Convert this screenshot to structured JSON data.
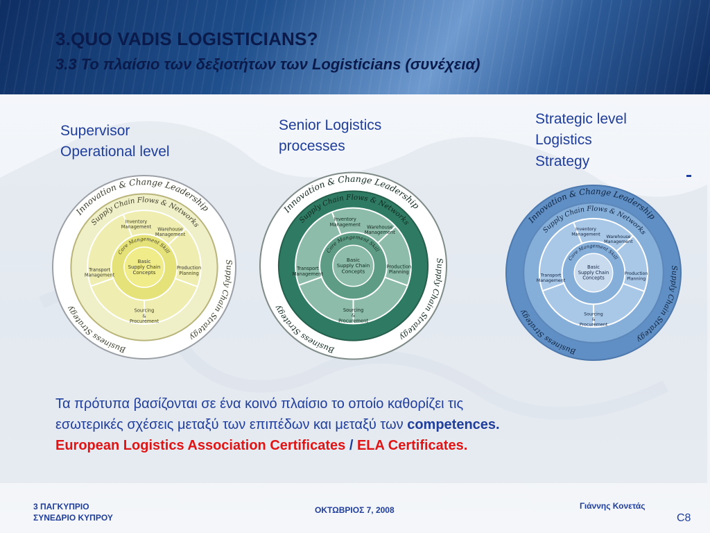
{
  "header": {
    "title": "3.QUO VADIS LOGISTICIANS?",
    "subtitle": "3.3 Το πλαίσιο των δεξιοτήτων των Logisticians (συνέχεια)"
  },
  "levels": [
    {
      "line1": "Supervisor",
      "line2": "Operational level",
      "line3": ""
    },
    {
      "line1": "Senior Logistics",
      "line2": "processes",
      "line3": ""
    },
    {
      "line1": "Strategic level",
      "line2": "Logistics",
      "line3": "Strategy"
    }
  ],
  "framework": {
    "outer_top": "Innovation & Change Leadership",
    "outer_right": "Supply Chain Strategy",
    "outer_bottom": "Business Strategy",
    "middle_ring": "Supply Chain Flows & Networks",
    "core_ring": "Core Mangement Skills",
    "center_line1": "Basic",
    "center_line2": "Supply Chain",
    "center_line3": "Concepts",
    "seg_inventory": "Inventory Management",
    "seg_warehouse": "Warehouse Management",
    "seg_production": "Production Planning",
    "seg_sourcing": "Sourcing & Procurement",
    "seg_transport": "Transport Management"
  },
  "colors": {
    "yellow_ring": "#f0f0c8",
    "yellow_core": "#e6e27a",
    "green_dark": "#2f7a62",
    "green_mid": "#5e9c86",
    "green_light": "#8dbcaa",
    "blue_dark": "#5f8fc4",
    "blue_mid": "#85aed8",
    "blue_light": "#a9c7e6",
    "text_blue": "#1f3d9a",
    "text_red": "#e01414"
  },
  "caption": {
    "line1": "Τα πρότυπα βασίζονται σε ένα κοινό πλαίσιο το οποίο καθορίζει τις",
    "line2_a": "εσωτερικές σχέσεις μεταξύ των επιπέδων και μεταξύ των ",
    "line2_b": "competences.",
    "line3_a": "European Logistics Association Certificates",
    "line3_sep": " / ",
    "line3_b": "ELA Certificates."
  },
  "footer": {
    "left_line1": "3 ΠΑΓΚΥΠΡΙΟ",
    "left_line2": "ΣΥΝΕΔΡΙΟ ΚΥΠΡΟΥ",
    "center": "ΟΚΤΩΒΡΙΟΣ  7, 2008",
    "right": "Γιάννης Κονετάς",
    "page": "C8"
  }
}
